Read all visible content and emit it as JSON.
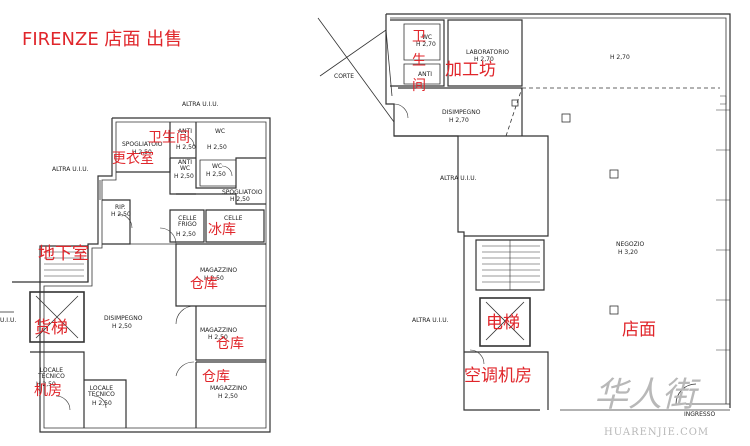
{
  "headline": "FIRENZE 店面 出售",
  "left_plan": {
    "altra_top": "ALTRA U.I.U.",
    "altra_left": "ALTRA U.I.U.",
    "altra_edge": "U.I.U.",
    "spogliatoio": "SPOGLIATOIO",
    "spogliatoio_h": "H 2,50",
    "anti_1": "ANTI",
    "anti_1_h": "H 2,50",
    "wc_1": "WC",
    "wc_1_h": "H 2,50",
    "anti_wc": "ANTI\nWC",
    "anti_wc_h": "H 2,50",
    "wc_2": "WC",
    "wc_2_h": "H 2,50",
    "spogliatoio_2": "SPOGLIATOIO",
    "spogliatoio_2_h": "H 2,50",
    "rip": "RIP.",
    "rip_h": "H 2,50",
    "celle_frigo_1": "CELLE\nFRIGO",
    "celle_frigo_1_h": "H 2,50",
    "celle_frigo_2": "CELLE",
    "magazzino_1": "MAGAZZINO",
    "magazzino_1_h": "H 2,50",
    "disimpegno": "DISIMPEGNO",
    "disimpegno_h": "H 2,50",
    "magazzino_2": "MAGAZZINO",
    "magazzino_2_h": "H 2,50",
    "magazzino_3": "MAGAZZINO",
    "magazzino_3_h": "H 2,50",
    "locale_tecnico_1": "LOCALE\nTECNICO",
    "locale_tecnico_1_h": "H 2,50",
    "locale_tecnico_2": "LOCALE\nTECNICO",
    "locale_tecnico_2_h": "H 2,50"
  },
  "right_plan": {
    "corte": "CORTE",
    "wc": "WC",
    "wc_h": "H 2,70",
    "anti": "ANTI",
    "laboratorio": "LABORATORIO",
    "laboratorio_h": "H 2,70",
    "negozio_top_h": "H 2,70",
    "disimpegno": "DISIMPEGNO",
    "disimpegno_h": "H 2,70",
    "altra_mid": "ALTRA U.I.U.",
    "altra_low": "ALTRA U.I.U.",
    "negozio": "NEGOZIO",
    "negozio_h": "H 3,20",
    "ingresso": "INGRESSO"
  },
  "annotations": {
    "bathroom_left": "卫生间",
    "changing_room": "更衣室",
    "basement": "地下室",
    "cold_storage": "冰库",
    "warehouse_1": "仓库",
    "freight_elevator": "货梯",
    "warehouse_2": "仓库",
    "warehouse_3": "仓库",
    "machine_room": "机房",
    "bathroom_right_1": "卫",
    "bathroom_right_2": "生",
    "bathroom_right_3": "间",
    "workshop": "加工坊",
    "elevator": "电梯",
    "shop": "店面",
    "ac_room": "空调机房"
  },
  "watermark": {
    "chars": "华人街",
    "latin": "HUARENJIE.COM"
  },
  "colors": {
    "annotation": "#e0262b",
    "lines": "#333333",
    "watermark": "#b8b8b8"
  }
}
